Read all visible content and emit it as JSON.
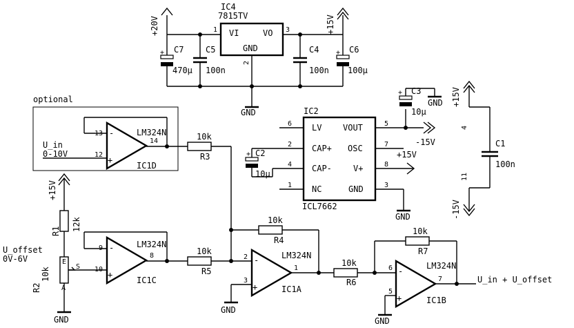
{
  "colors": {
    "ink": "#000000",
    "background": "#ffffff"
  },
  "optional_label": "optional",
  "rails": {
    "plus20": "+20V",
    "plus15_top": "+15V",
    "plus15_mid": "+15V",
    "plus15_r1": "+15V",
    "plus15_c1": "+15V",
    "minus15_c1": "-15V",
    "minus15_vout": "-15V"
  },
  "gnd": "GND",
  "ic4": {
    "name": "IC4",
    "part": "7815TV",
    "vi": "VI",
    "vo": "VO",
    "gnd": "GND",
    "pin1": "1",
    "pin2": "2",
    "pin3": "3"
  },
  "caps": {
    "c7": {
      "name": "C7",
      "value": "470µ"
    },
    "c5": {
      "name": "C5",
      "value": "100n"
    },
    "c4": {
      "name": "C4",
      "value": "100n"
    },
    "c6": {
      "name": "C6",
      "value": "100µ"
    },
    "c3": {
      "name": "C3",
      "value": "10µ"
    },
    "c2": {
      "name": "C2",
      "value": "10µ"
    },
    "c1": {
      "name": "C1",
      "value": "100n"
    }
  },
  "ic2": {
    "name": "IC2",
    "part": "ICL7662",
    "left_pins": [
      {
        "num": "6",
        "label": "LV"
      },
      {
        "num": "2",
        "label": "CAP+"
      },
      {
        "num": "4",
        "label": "CAP-"
      },
      {
        "num": "1",
        "label": "NC"
      }
    ],
    "right_pins": [
      {
        "num": "5",
        "label": "VOUT"
      },
      {
        "num": "7",
        "label": "OSC"
      },
      {
        "num": "8",
        "label": "V+"
      },
      {
        "num": "3",
        "label": "GND"
      }
    ]
  },
  "c1_pins": {
    "top": "4",
    "bottom": "11"
  },
  "opamps": {
    "ic1d": {
      "name": "IC1D",
      "part": "LM324N",
      "pin_minus": "13",
      "pin_plus": "12",
      "pin_out": "14"
    },
    "ic1c": {
      "name": "IC1C",
      "part": "LM324N",
      "pin_minus": "9",
      "pin_plus": "10",
      "pin_out": "8"
    },
    "ic1a": {
      "name": "IC1A",
      "part": "LM324N",
      "pin_minus": "2",
      "pin_plus": "3",
      "pin_out": "1"
    },
    "ic1b": {
      "name": "IC1B",
      "part": "LM324N",
      "pin_minus": "6",
      "pin_plus": "5",
      "pin_out": "7"
    }
  },
  "resistors": {
    "r1": {
      "name": "R1",
      "value": "12k"
    },
    "r2": {
      "name": "R2",
      "value": "10k"
    },
    "r3": {
      "name": "R3",
      "value": "10k"
    },
    "r4": {
      "name": "R4",
      "value": "10k"
    },
    "r5": {
      "name": "R5",
      "value": "10k"
    },
    "r6": {
      "name": "R6",
      "value": "10k"
    },
    "r7": {
      "name": "R7",
      "value": "10k"
    }
  },
  "pot_pins": {
    "e": "E",
    "s": "S",
    "a": "A"
  },
  "inputs": {
    "u_in": "U_in",
    "u_in_range": "0-10V",
    "u_offset": "U_offset",
    "u_offset_range": "0V-6V"
  },
  "output_label": "U_in + U_offset",
  "sign": {
    "minus": "-",
    "plus": "+"
  }
}
